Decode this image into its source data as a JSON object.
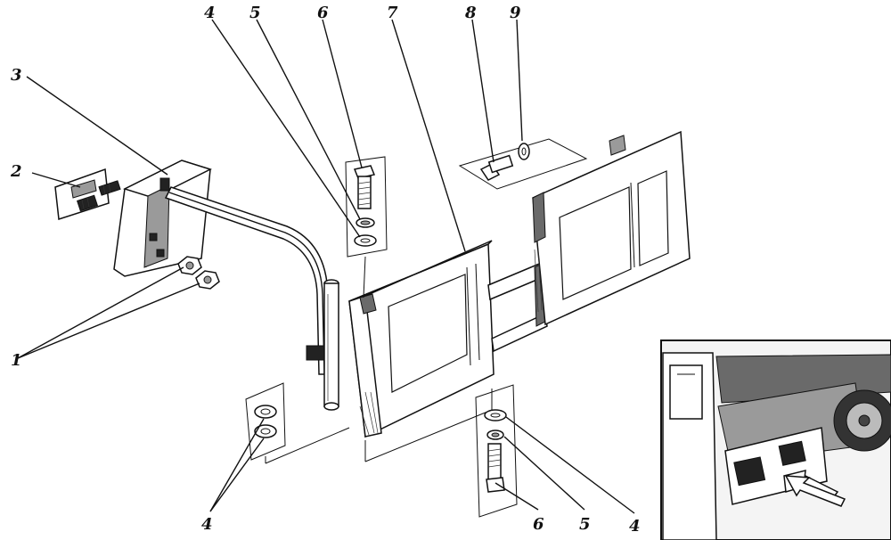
{
  "diagram": {
    "callouts": [
      "1",
      "2",
      "3",
      "4",
      "5",
      "6",
      "7",
      "8",
      "9",
      "4",
      "4",
      "6",
      "5",
      "4"
    ]
  }
}
